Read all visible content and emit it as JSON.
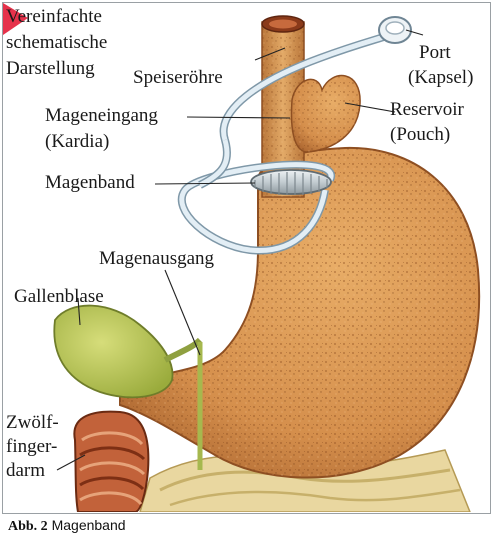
{
  "labels": {
    "note": "Vereinfachte schematische Darstellung",
    "note_lines": [
      "Vereinfachte",
      "schematische",
      "Darstellung"
    ],
    "speiseroehre": "Speiseröhre",
    "port": "Port",
    "port_sub": "(Kapsel)",
    "mageneingang": "Mageneingang",
    "mageneingang_sub": "(Kardia)",
    "reservoir": "Reservoir",
    "reservoir_sub": "(Pouch)",
    "magenband": "Magenband",
    "magenausgang": "Magenausgang",
    "gallenblase": "Gallenblase",
    "zwoelf_lines": [
      "Zwölf-",
      "finger-",
      "darm"
    ]
  },
  "caption": {
    "prefix": "Abb. 2",
    "text": "Magenband"
  },
  "colors": {
    "accent_triangle": "#e6324b",
    "stomach": "#d9964f",
    "stomach_dark": "#a8602c",
    "esophagus": "#d79a58",
    "gallbladder": "#b3c34f",
    "band": "#c7cfd3",
    "tube": "#dfeaf1",
    "duodenum": "#b24a2b"
  }
}
